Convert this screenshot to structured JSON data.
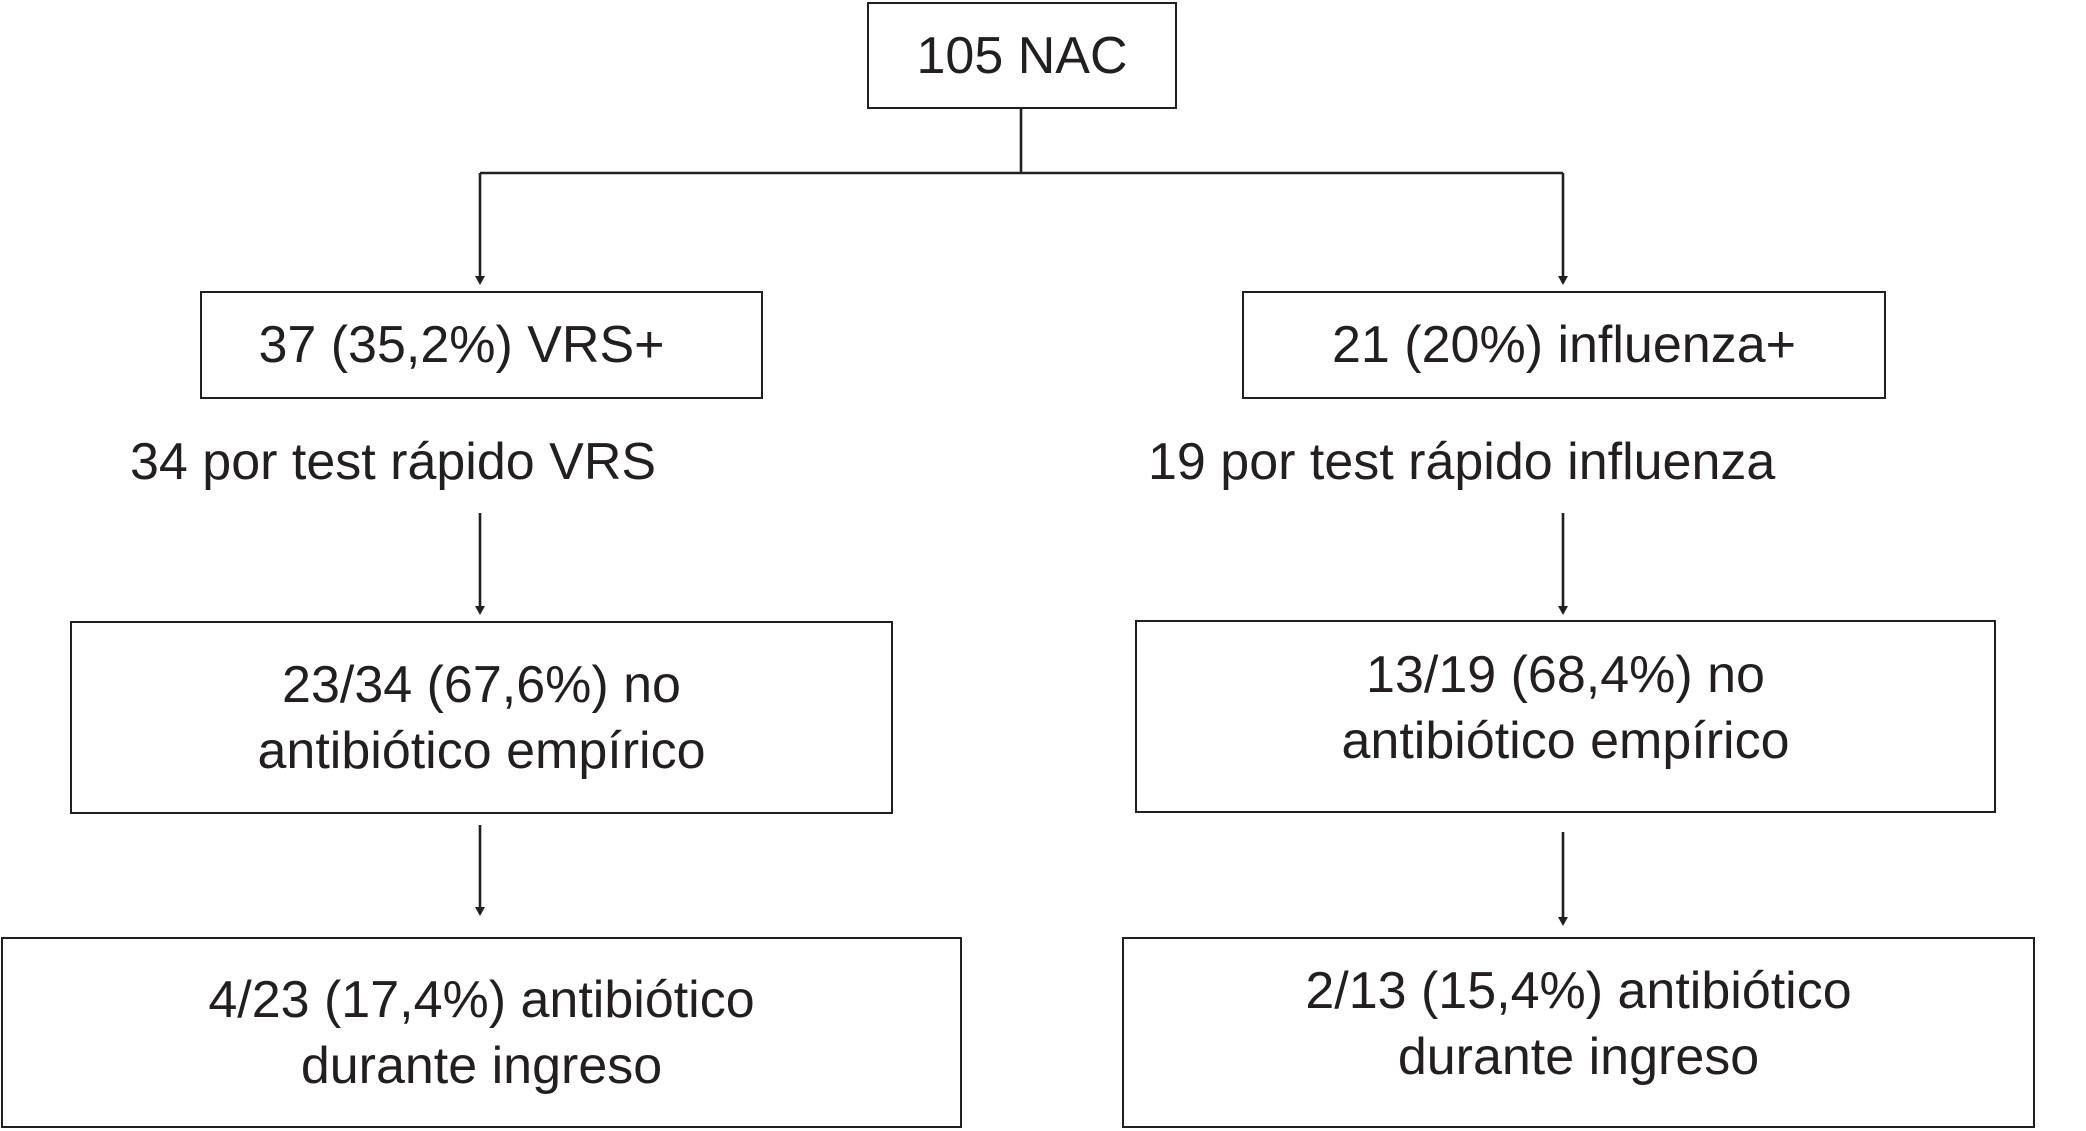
{
  "root": {
    "label": "105 NAC"
  },
  "left": {
    "group": "37 (35,2%) VRS+",
    "test_note": "34 por test rápido VRS",
    "no_antibiotic": [
      "23/34 (67,6%) no",
      "antibiótico empírico"
    ],
    "antibiotic_admission": [
      "4/23 (17,4%) antibiótico",
      "durante ingreso"
    ]
  },
  "right": {
    "group": "21 (20%) influenza+",
    "test_note": "19 por test rápido influenza",
    "no_antibiotic": [
      "13/19 (68,4%) no",
      "antibiótico empírico"
    ],
    "antibiotic_admission": [
      "2/13 (15,4%) antibiótico",
      "durante ingreso"
    ]
  }
}
